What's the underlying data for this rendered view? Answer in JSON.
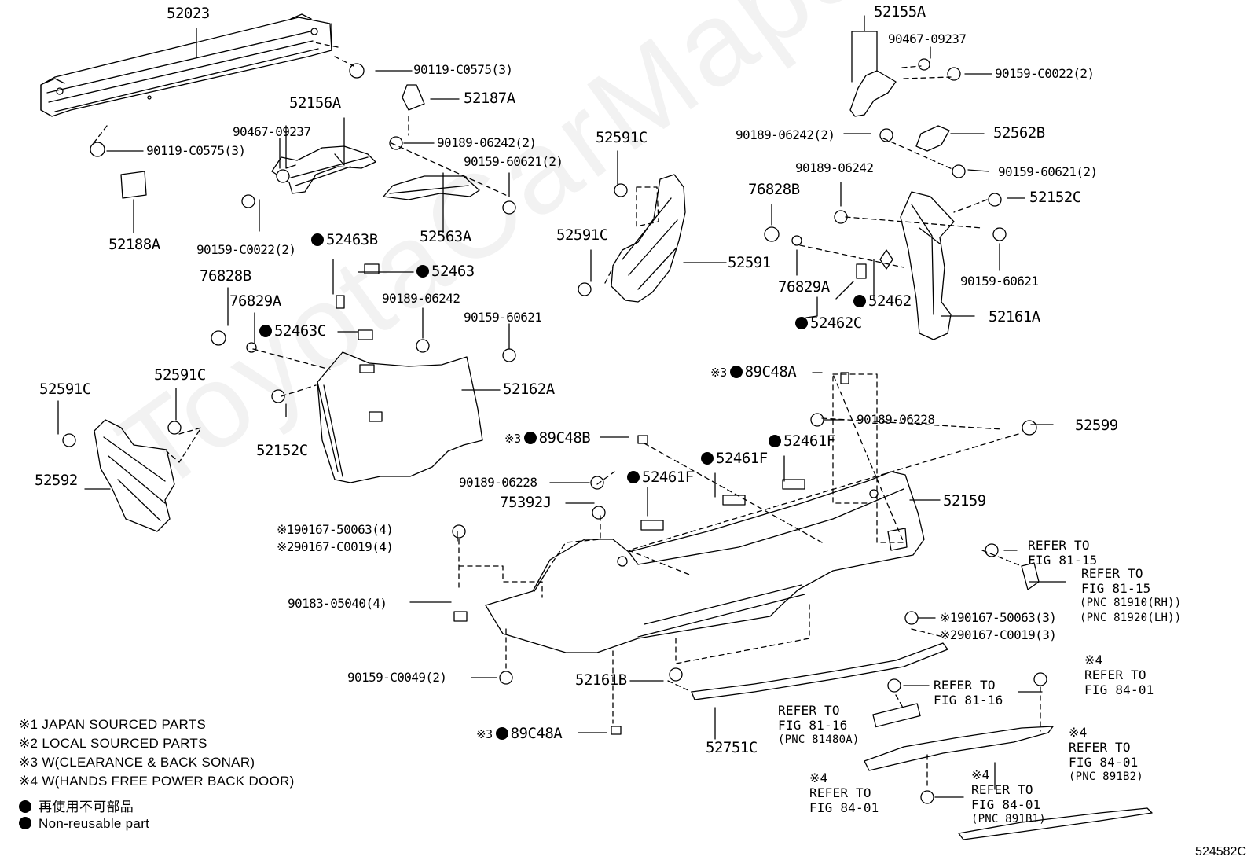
{
  "watermark": "ToyotaCarMaps.ru",
  "figure_id": "524582C",
  "parts": {
    "p52023": "52023",
    "p90119_a": "90119-C0575(3)",
    "p90119_b": "90119-C0575(3)",
    "p52187A": "52187A",
    "p52188A": "52188A",
    "p52156A": "52156A",
    "p90467_a": "90467-09237",
    "p90189_a": "90189-06242(2)",
    "p90159_a": "90159-60621(2)",
    "p90159_b": "90159-C0022(2)",
    "p52563A": "52563A",
    "p52463B": "52463B",
    "p52463": "52463",
    "p76828B_a": "76828B",
    "p76829A_a": "76829A",
    "p52463C": "52463C",
    "p90189_b": "90189-06242",
    "p90159_c": "90159-60621",
    "p52162A": "52162A",
    "p52152C_a": "52152C",
    "p52591C_a": "52591C",
    "p52591C_b": "52591C",
    "p52592": "52592",
    "p52591C_c": "52591C",
    "p52591C_d": "52591C",
    "p52591": "52591",
    "p52155A": "52155A",
    "p90467_b": "90467-09237",
    "p90159_d": "90159-C0022(2)",
    "p90189_c": "90189-06242(2)",
    "p52562B": "52562B",
    "p90159_e": "90159-60621(2)",
    "p90189_d": "90189-06242",
    "p76828B_b": "76828B",
    "p52152C_b": "52152C",
    "p90159_f": "90159-60621",
    "p76829A_b": "76829A",
    "p52462": "52462",
    "p52462C": "52462C",
    "p52161A": "52161A",
    "p89C48A_a": "89C48A",
    "p90189_e": "90189-06228",
    "p52599": "52599",
    "p89C48B": "89C48B",
    "p52461F_a": "52461F",
    "p52461F_b": "52461F",
    "p52461F_c": "52461F",
    "p90189_f": "90189-06228",
    "p75392J": "75392J",
    "p90167_a1": "90167-50063(4)",
    "p90167_a2": "90167-C0019(4)",
    "p52159": "52159",
    "p90183": "90183-05040(4)",
    "p90159_g": "90159-C0049(2)",
    "p52161B": "52161B",
    "p89C48A_b": "89C48A",
    "p52751C": "52751C",
    "p90167_b1": "90167-50063(3)",
    "p90167_b2": "90167-C0019(3)"
  },
  "marks": {
    "m1": "※1",
    "m2": "※2",
    "m3": "※3",
    "m4": "※4"
  },
  "refs": {
    "r1": {
      "l1": "REFER TO",
      "l2": "FIG 81-15"
    },
    "r2": {
      "l1": "REFER TO",
      "l2": "FIG 81-15",
      "l3": "(PNC 81910(RH))",
      "l4": "(PNC 81920(LH))"
    },
    "r3": {
      "l1": "REFER TO",
      "l2": "FIG 81-16"
    },
    "r4": {
      "l1": "REFER TO",
      "l2": "FIG 81-16",
      "l3": "(PNC 81480A)"
    },
    "r5": {
      "l1": "REFER TO",
      "l2": "FIG 84-01"
    },
    "r6": {
      "l1": "REFER TO",
      "l2": "FIG 84-01",
      "l3": "(PNC 891B2)"
    },
    "r7": {
      "l1": "REFER TO",
      "l2": "FIG 84-01",
      "l3": "(PNC 891B1)"
    },
    "r8": {
      "l1": "REFER TO",
      "l2": "FIG 84-01"
    }
  },
  "legend": {
    "l1": "※1 JAPAN SOURCED PARTS",
    "l2": "※2 LOCAL SOURCED PARTS",
    "l3": "※3 W(CLEARANCE & BACK SONAR)",
    "l4": "※4 W(HANDS FREE POWER BACK DOOR)",
    "l5": "再使用不可部品",
    "l6": "Non-reusable part"
  }
}
